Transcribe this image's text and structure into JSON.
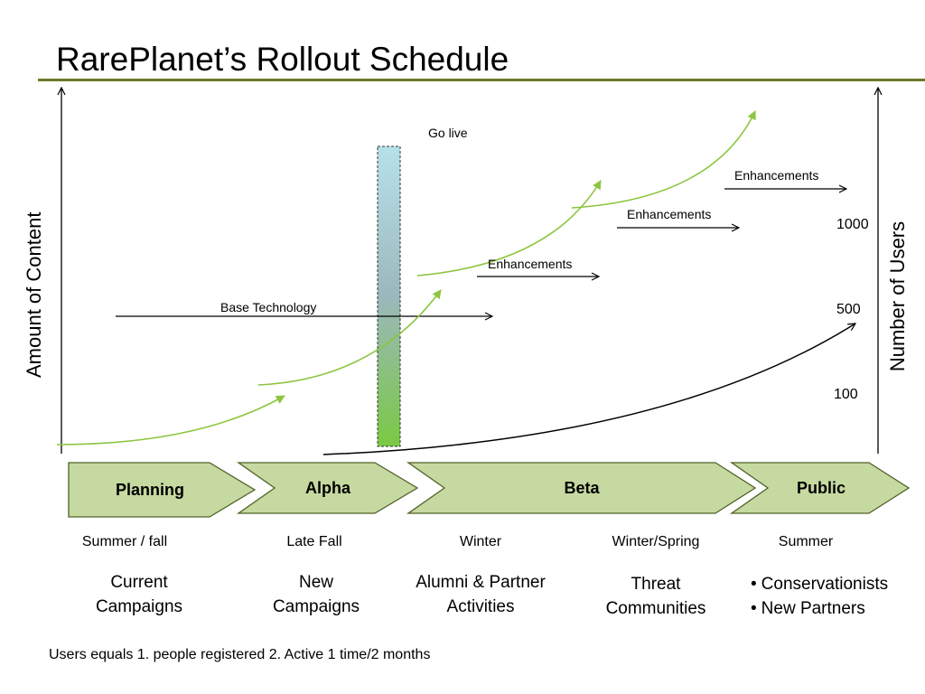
{
  "title": "RarePlanet’s Rollout Schedule",
  "axes": {
    "left_label": "Amount of Content",
    "right_label": "Number of Users",
    "user_ticks": [
      "1000",
      "500",
      "100"
    ]
  },
  "annotations": {
    "go_live": "Go live",
    "base_technology": "Base Technology",
    "enhancements": [
      "Enhancements",
      "Enhancements",
      "Enhancements"
    ]
  },
  "phases": [
    "Planning",
    "Alpha",
    "Beta",
    "Public"
  ],
  "seasons": [
    "Summer / fall",
    "Late Fall",
    "Winter",
    "Winter/Spring",
    "Summer"
  ],
  "descriptions": {
    "current_campaigns": [
      "Current",
      "Campaigns"
    ],
    "new_campaigns": [
      "New",
      "Campaigns"
    ],
    "alumni": [
      "Alumni & Partner",
      "Activities"
    ],
    "threat": [
      "Threat",
      "Communities"
    ],
    "public_bullets": [
      "Conservationists",
      "New Partners"
    ]
  },
  "footnote": "Users equals 1. people registered 2. Active 1 time/2 months",
  "colors": {
    "rule": "#6b7a2a",
    "green_curve": "#8cc63f",
    "phase_fill": "#c6d9a0",
    "phase_stroke": "#4f6228",
    "bar_top": "#b7e1ea",
    "bar_bottom": "#7ac943"
  }
}
